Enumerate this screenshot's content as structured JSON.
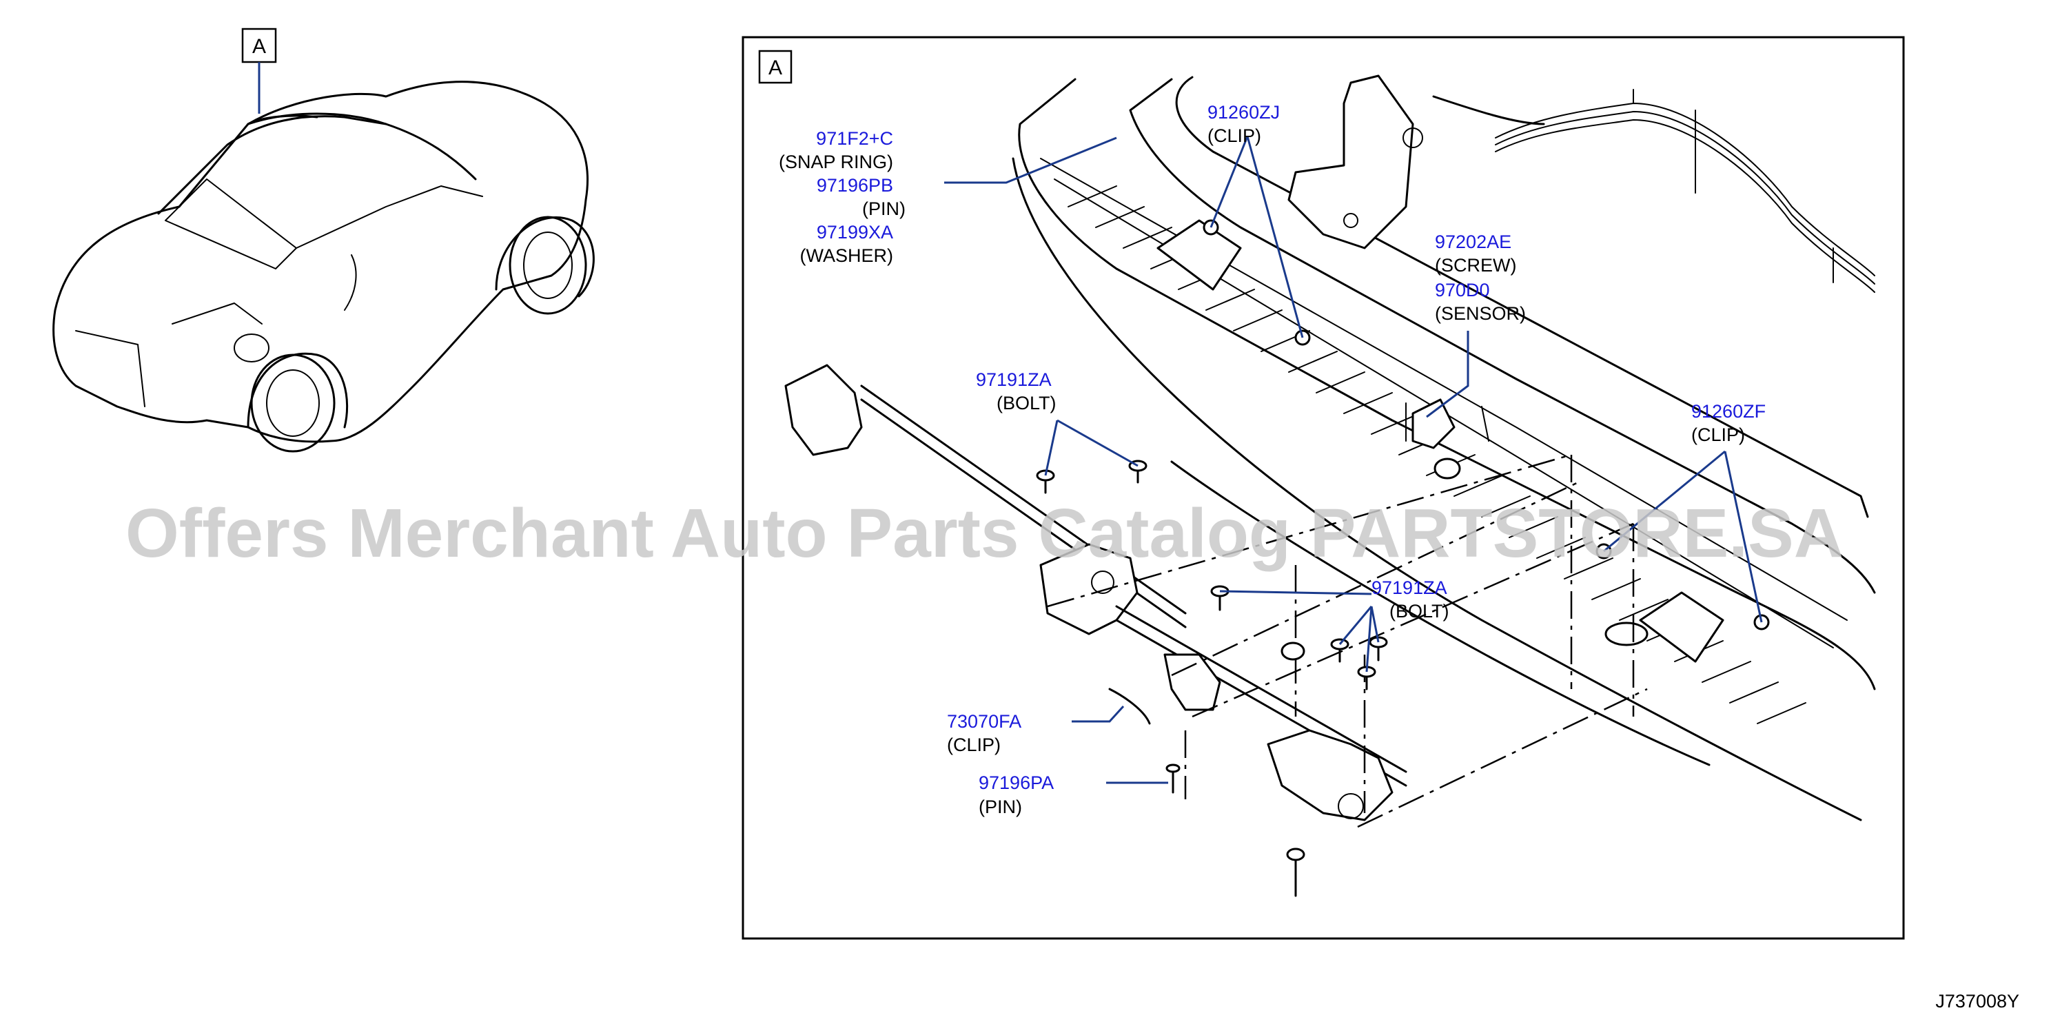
{
  "figure_code": "J737008Y",
  "watermark": "Offers Merchant Auto Parts Catalog PARTSTORE.SA",
  "callouts": {
    "overview_ref": "A",
    "detail_ref": "A"
  },
  "parts": {
    "snap_ring": {
      "number": "971F2+C",
      "desc": "(SNAP   RING)"
    },
    "pin_pb": {
      "number": "97196PB",
      "desc": "(PIN)"
    },
    "washer": {
      "number": "97199XA",
      "desc": "(WASHER)"
    },
    "clip_zj": {
      "number": "91260ZJ",
      "desc": "(CLIP)"
    },
    "screw": {
      "number": "97202AE",
      "desc": "(SCREW)"
    },
    "sensor": {
      "number": "970D0",
      "desc": "(SENSOR)"
    },
    "bolt_upper": {
      "number": "97191ZA",
      "desc": "(BOLT)"
    },
    "clip_zf": {
      "number": "91260ZF",
      "desc": "(CLIP)"
    },
    "bolt_lower": {
      "number": "97191ZA",
      "desc": "(BOLT)"
    },
    "clip_fa": {
      "number": "73070FA",
      "desc": "(CLIP)"
    },
    "pin_pa": {
      "number": "97196PA",
      "desc": "(PIN)"
    }
  },
  "colors": {
    "part_number": "#1a1adb",
    "leader": "#1a3a8c",
    "line_art": "#000000",
    "watermark": "#c9c9c9"
  }
}
